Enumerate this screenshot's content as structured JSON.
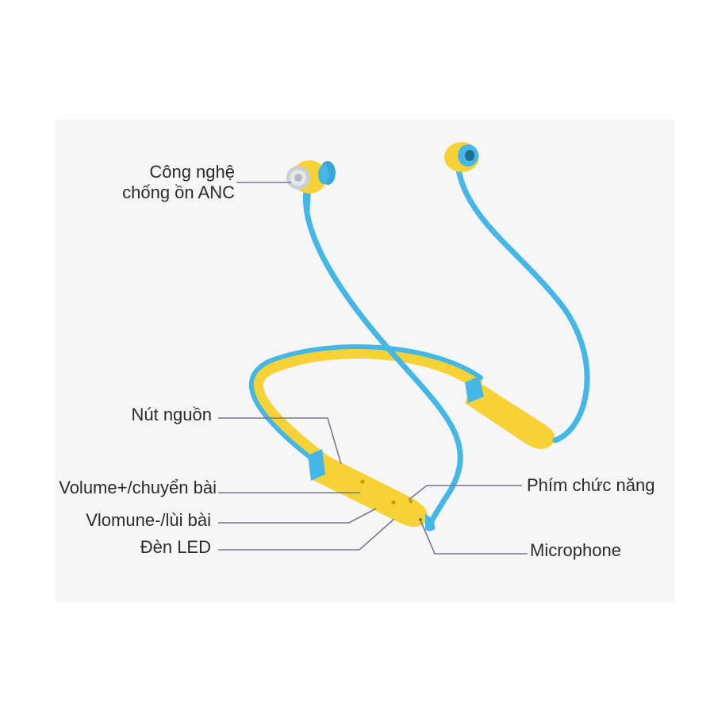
{
  "colors": {
    "background": "#ffffff",
    "cable": "#45b7e6",
    "body": "#f7d237",
    "accent": "#3aa6d6",
    "chrome": "#c9cfd4",
    "leader_line": "#7a7890",
    "text": "#2b2b2b"
  },
  "labels": {
    "anc_line1": "Công nghệ",
    "anc_line2": "chống ồn ANC",
    "power_button": "Nút nguồn",
    "volume_up": "Volume+/chuyển bài",
    "volume_down": "Vlomune-/lùi bài",
    "led": "Đèn LED",
    "function_key": "Phím chức năng",
    "microphone": "Microphone"
  }
}
